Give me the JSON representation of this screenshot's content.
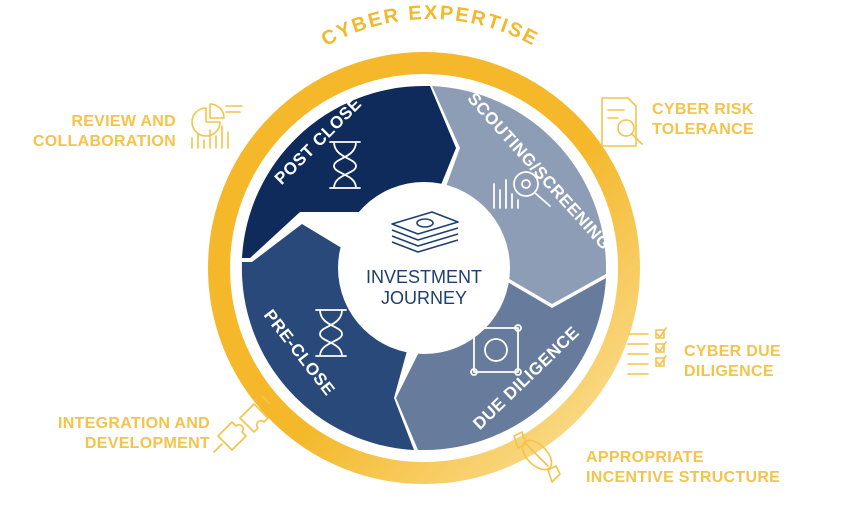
{
  "ring_label": "CYBER EXPERTISE",
  "center": {
    "line1": "INVESTMENT",
    "line2": "JOURNEY"
  },
  "segments": {
    "post_close": "POST CLOSE",
    "scouting": "SCOUTING/SCREENING",
    "due_diligence": "DUE DILIGENCE",
    "pre_close": "PRE-CLOSE"
  },
  "callouts": {
    "review": {
      "line1": "REVIEW AND",
      "line2": "COLLABORATION"
    },
    "risk": {
      "line1": "CYBER RISK",
      "line2": "TOLERANCE"
    },
    "due": {
      "line1": "CYBER DUE",
      "line2": "DILIGENCE"
    },
    "integration": {
      "line1": "INTEGRATION AND",
      "line2": "DEVELOPMENT"
    },
    "incentive": {
      "line1": "APPROPRIATE",
      "line2": "INCENTIVE STRUCTURE"
    }
  },
  "colors": {
    "ring_gold": "#f4b82a",
    "ring_light": "#f9d67c",
    "post_close": "#0e2b5c",
    "scouting": "#8c9db5",
    "due_diligence": "#677c9c",
    "pre_close": "#29497a",
    "center_text": "#1f3f6e"
  },
  "icons": [
    "pie-chart-icon",
    "document-search-icon",
    "checklist-icon",
    "puzzle-icon",
    "candy-icon",
    "hourglass-icon",
    "chart-magnifier-icon",
    "target-icon",
    "money-stack-icon"
  ]
}
